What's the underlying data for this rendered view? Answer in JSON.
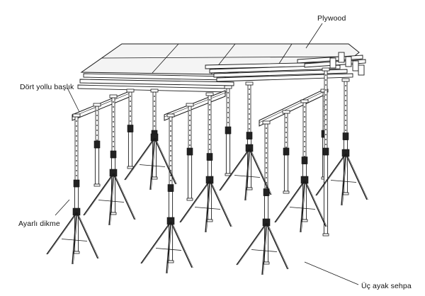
{
  "figure": {
    "labels": {
      "plywood": "Plywood",
      "four_way_head": "Dört yollu başlık",
      "adjustable_prop": "Ayarlı dikme",
      "tripod": "Üç ayak sehpa"
    },
    "colors": {
      "ink": "#1a1a1a",
      "panel_fill": "#f4f4f4",
      "beam_fill": "#ffffff"
    }
  }
}
